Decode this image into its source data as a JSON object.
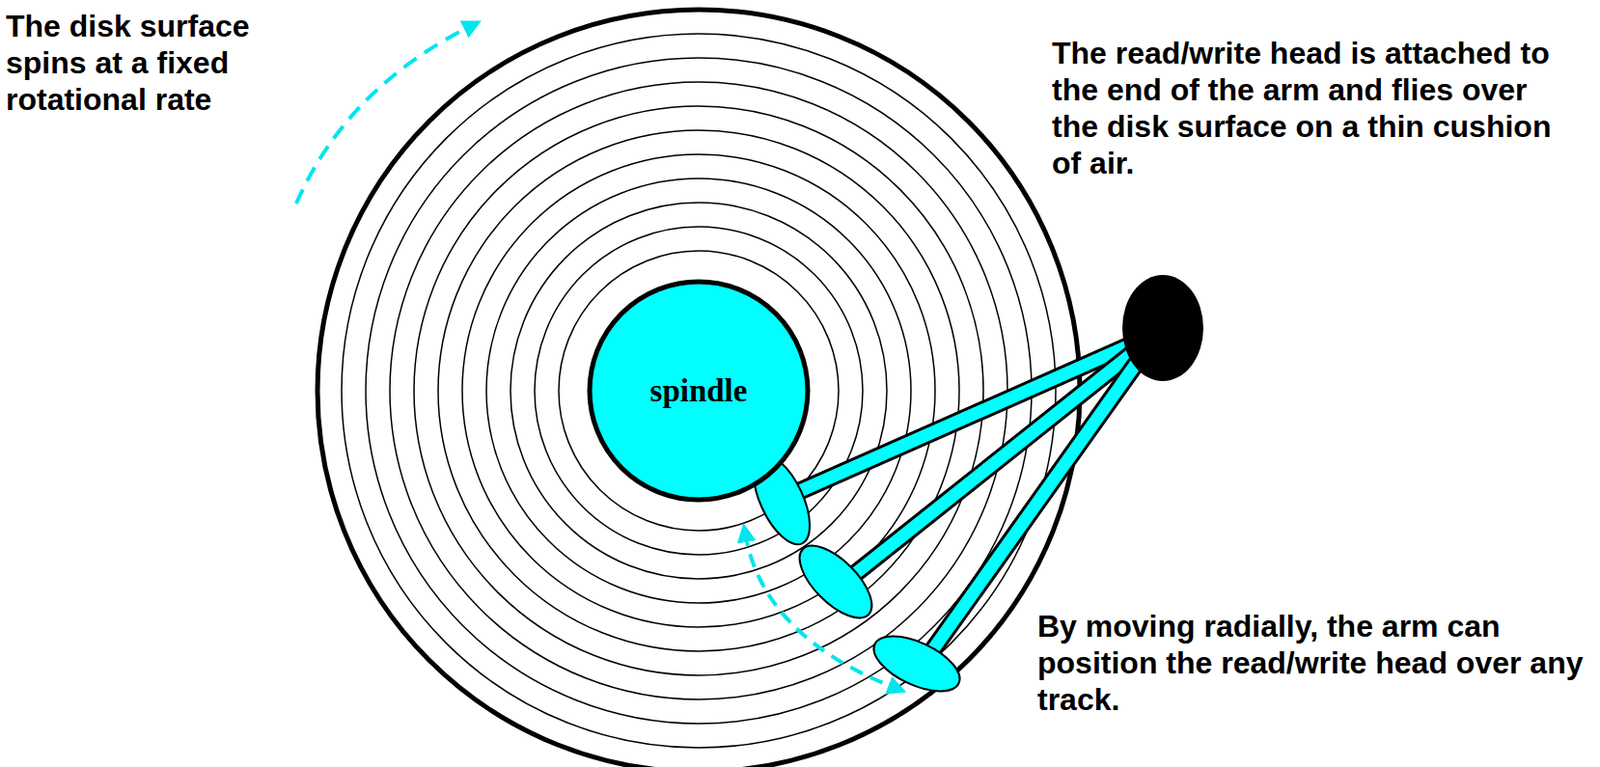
{
  "diagram": {
    "nodes": [
      {
        "text": [
          "spindle"
        ]
      }
    ],
    "labels": [
      "The disk surface spins at a fixed rotational rate",
      "The read/write head is attached to the end of the arm and flies over the disk surface on a thin cushion of air.",
      "By moving radially, the arm can position the read/write head over any track."
    ]
  }
}
